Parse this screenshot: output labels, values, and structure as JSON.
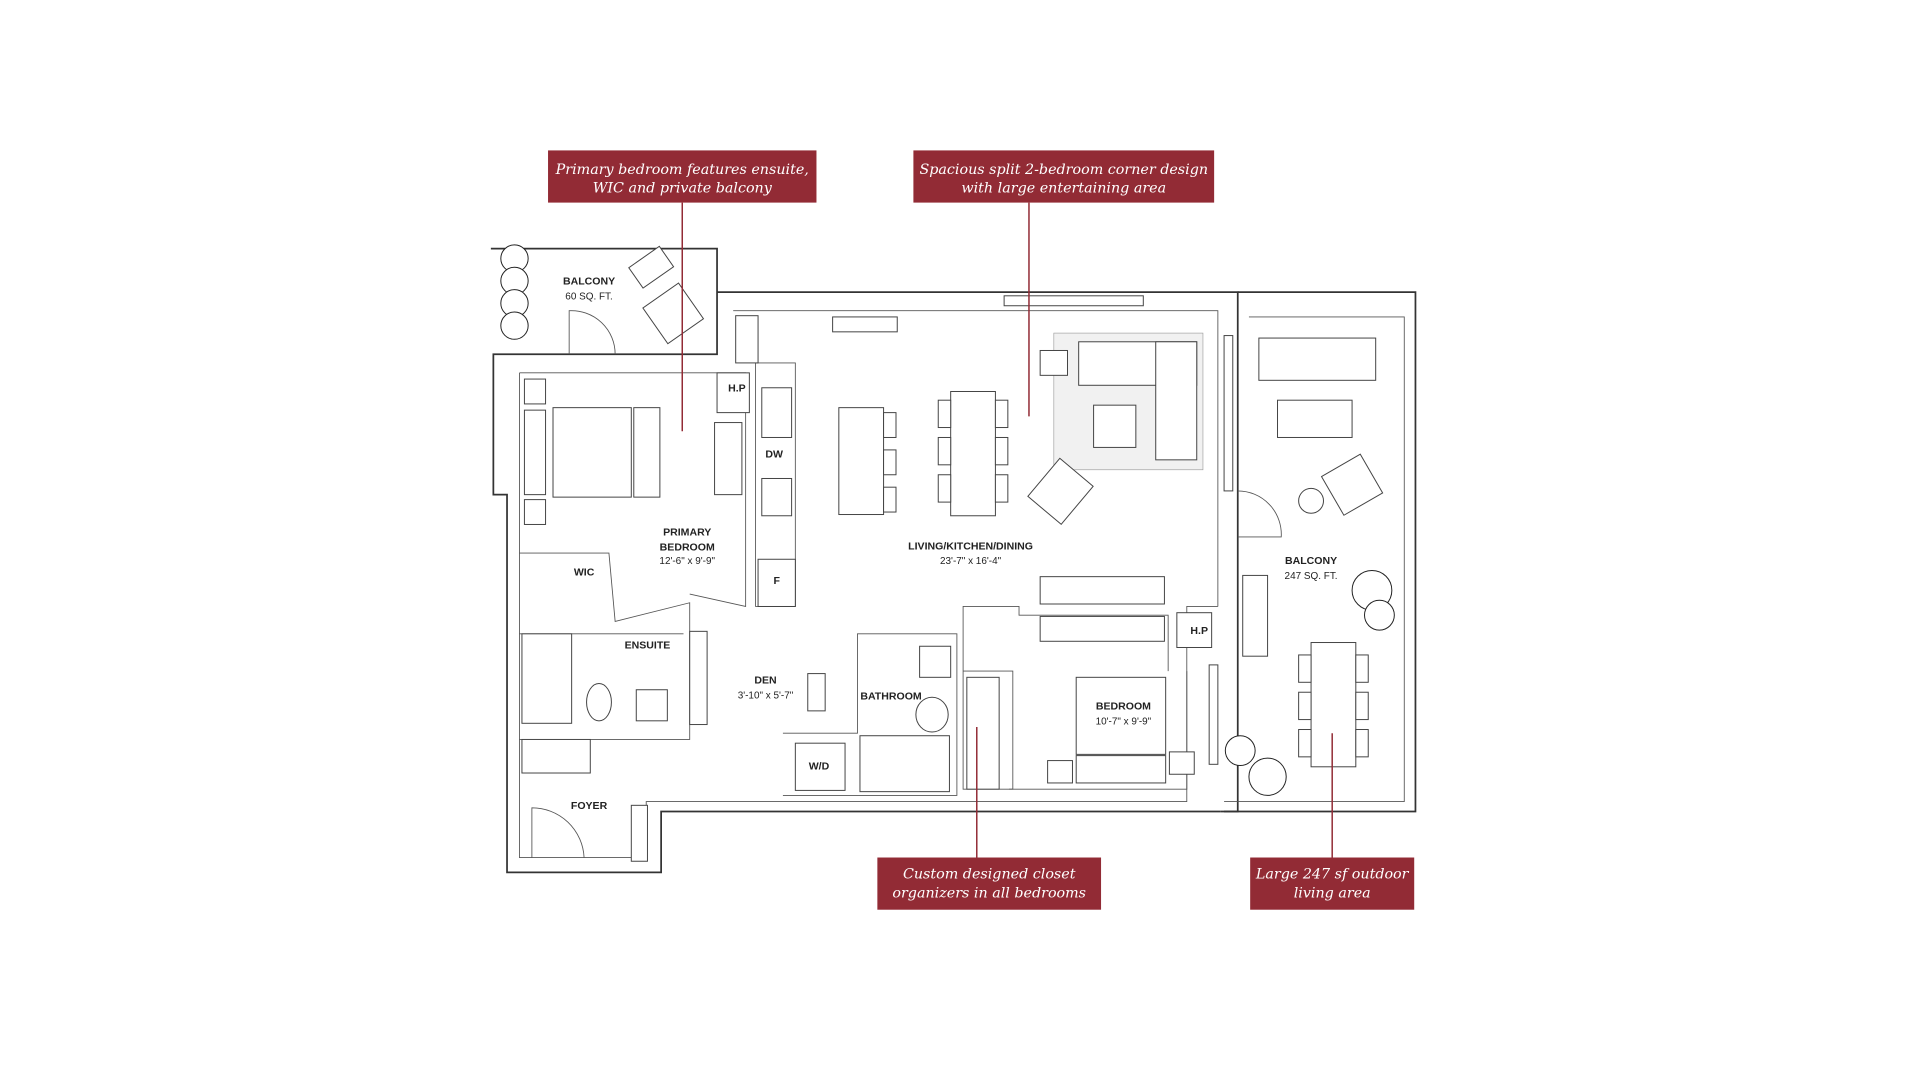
{
  "callouts": [
    {
      "line1": "Primary bedroom features ensuite,",
      "line2": "WIC and private balcony"
    },
    {
      "line1": "Spacious split 2-bedroom corner design",
      "line2": "with large entertaining area"
    },
    {
      "line1": "Custom designed closet",
      "line2": "organizers in all bedrooms"
    },
    {
      "line1": "Large 247 sf outdoor",
      "line2": "living area"
    }
  ],
  "rooms": {
    "balcony_small": {
      "name": "BALCONY",
      "size": "60 SQ. FT."
    },
    "primary_bedroom": {
      "name1": "PRIMARY",
      "name2": "BEDROOM",
      "size": "12'-6\" x 9'-9\""
    },
    "wic": {
      "name": "WIC"
    },
    "ensuite": {
      "name": "ENSUITE"
    },
    "den": {
      "name": "DEN",
      "size": "3'-10\" x 5'-7\""
    },
    "bathroom": {
      "name": "BATHROOM"
    },
    "wd": {
      "name": "W/D"
    },
    "foyer": {
      "name": "FOYER"
    },
    "living": {
      "name": "LIVING/KITCHEN/DINING",
      "size": "23'-7\" x 16'-4\""
    },
    "bedroom": {
      "name": "BEDROOM",
      "size": "10'-7\" x 9'-9\""
    },
    "balcony_large": {
      "name": "BALCONY",
      "size": "247 SQ. FT."
    }
  },
  "fixtures": {
    "hp1": "H.P",
    "hp2": "H.P",
    "dw": "DW",
    "fridge": "F"
  },
  "colors": {
    "accent": "#922b35"
  }
}
